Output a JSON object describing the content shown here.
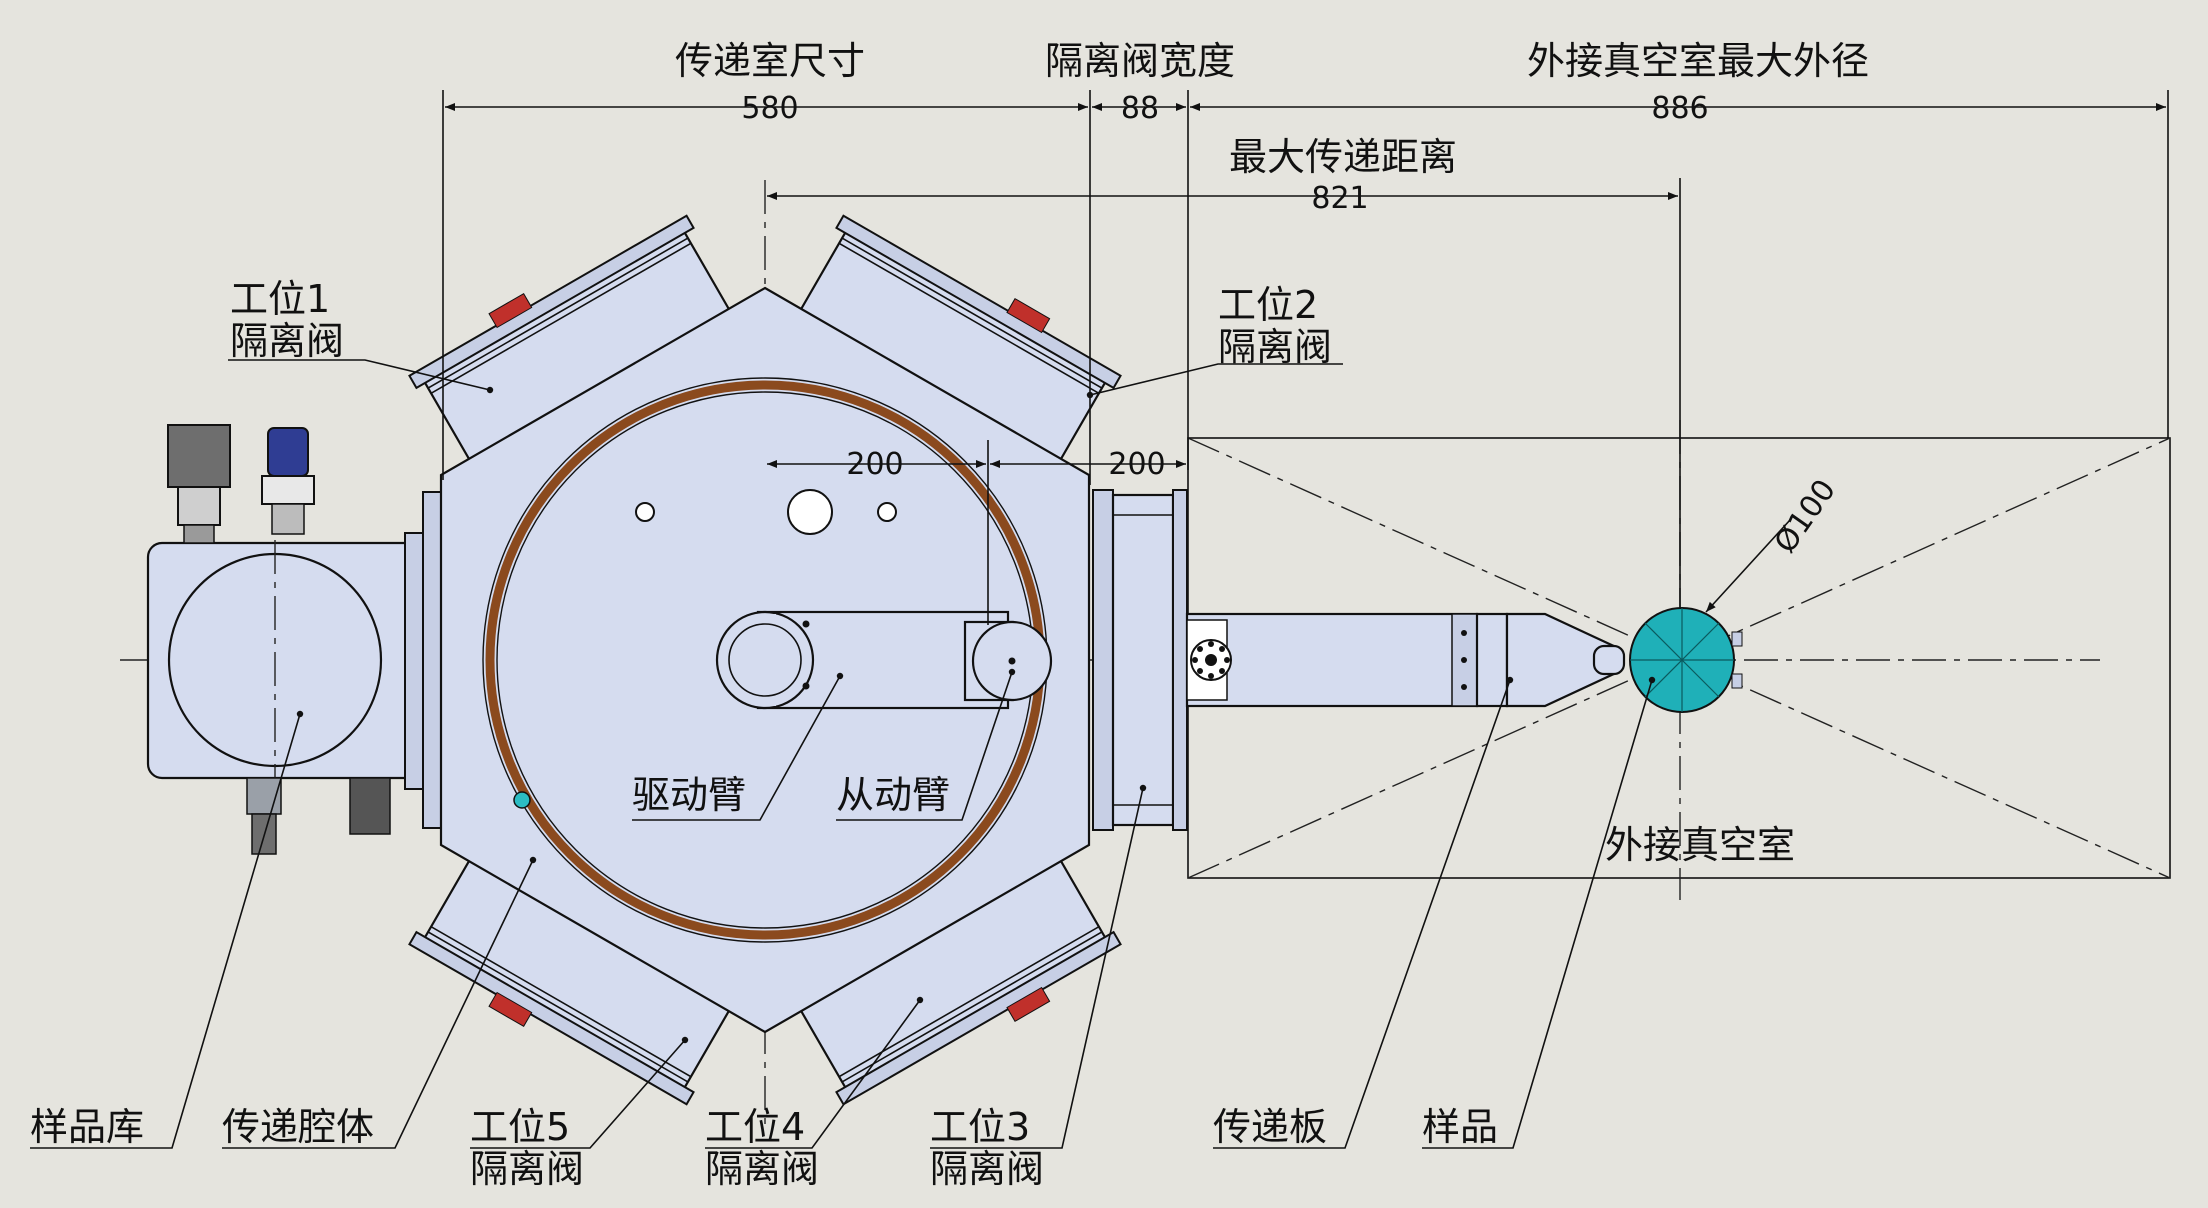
{
  "dimensions": [
    {
      "id": "chamber-size",
      "label": "传递室尺寸",
      "value": "580"
    },
    {
      "id": "valve-width",
      "label": "隔离阀宽度",
      "value": "88"
    },
    {
      "id": "max-outer-diameter",
      "label": "外接真空室最大外径",
      "value": "886"
    },
    {
      "id": "max-transfer-distance",
      "label": "最大传递距离",
      "value": "821"
    },
    {
      "id": "arm-length-1",
      "label": "",
      "value": "200"
    },
    {
      "id": "arm-length-2",
      "label": "",
      "value": "200"
    },
    {
      "id": "sample-diameter",
      "label": "",
      "value": "Ø100"
    }
  ],
  "callouts": {
    "station1": {
      "line1": "工位1",
      "line2": "隔离阀"
    },
    "station2": {
      "line1": "工位2",
      "line2": "隔离阀"
    },
    "station3": {
      "line1": "工位3",
      "line2": "隔离阀"
    },
    "station4": {
      "line1": "工位4",
      "line2": "隔离阀"
    },
    "station5": {
      "line1": "工位5",
      "line2": "隔离阀"
    },
    "drive_arm": "驱动臂",
    "driven_arm": "从动臂",
    "external_chamber": "外接真空室",
    "sample_library": "样品库",
    "transfer_body": "传递腔体",
    "transfer_plate": "传递板",
    "sample": "样品"
  },
  "colors": {
    "part_fill": "#d5dcef",
    "seal_ring": "#8b4a1e",
    "sample_fill": "#1fb0b8",
    "background": "#e5e4de"
  }
}
